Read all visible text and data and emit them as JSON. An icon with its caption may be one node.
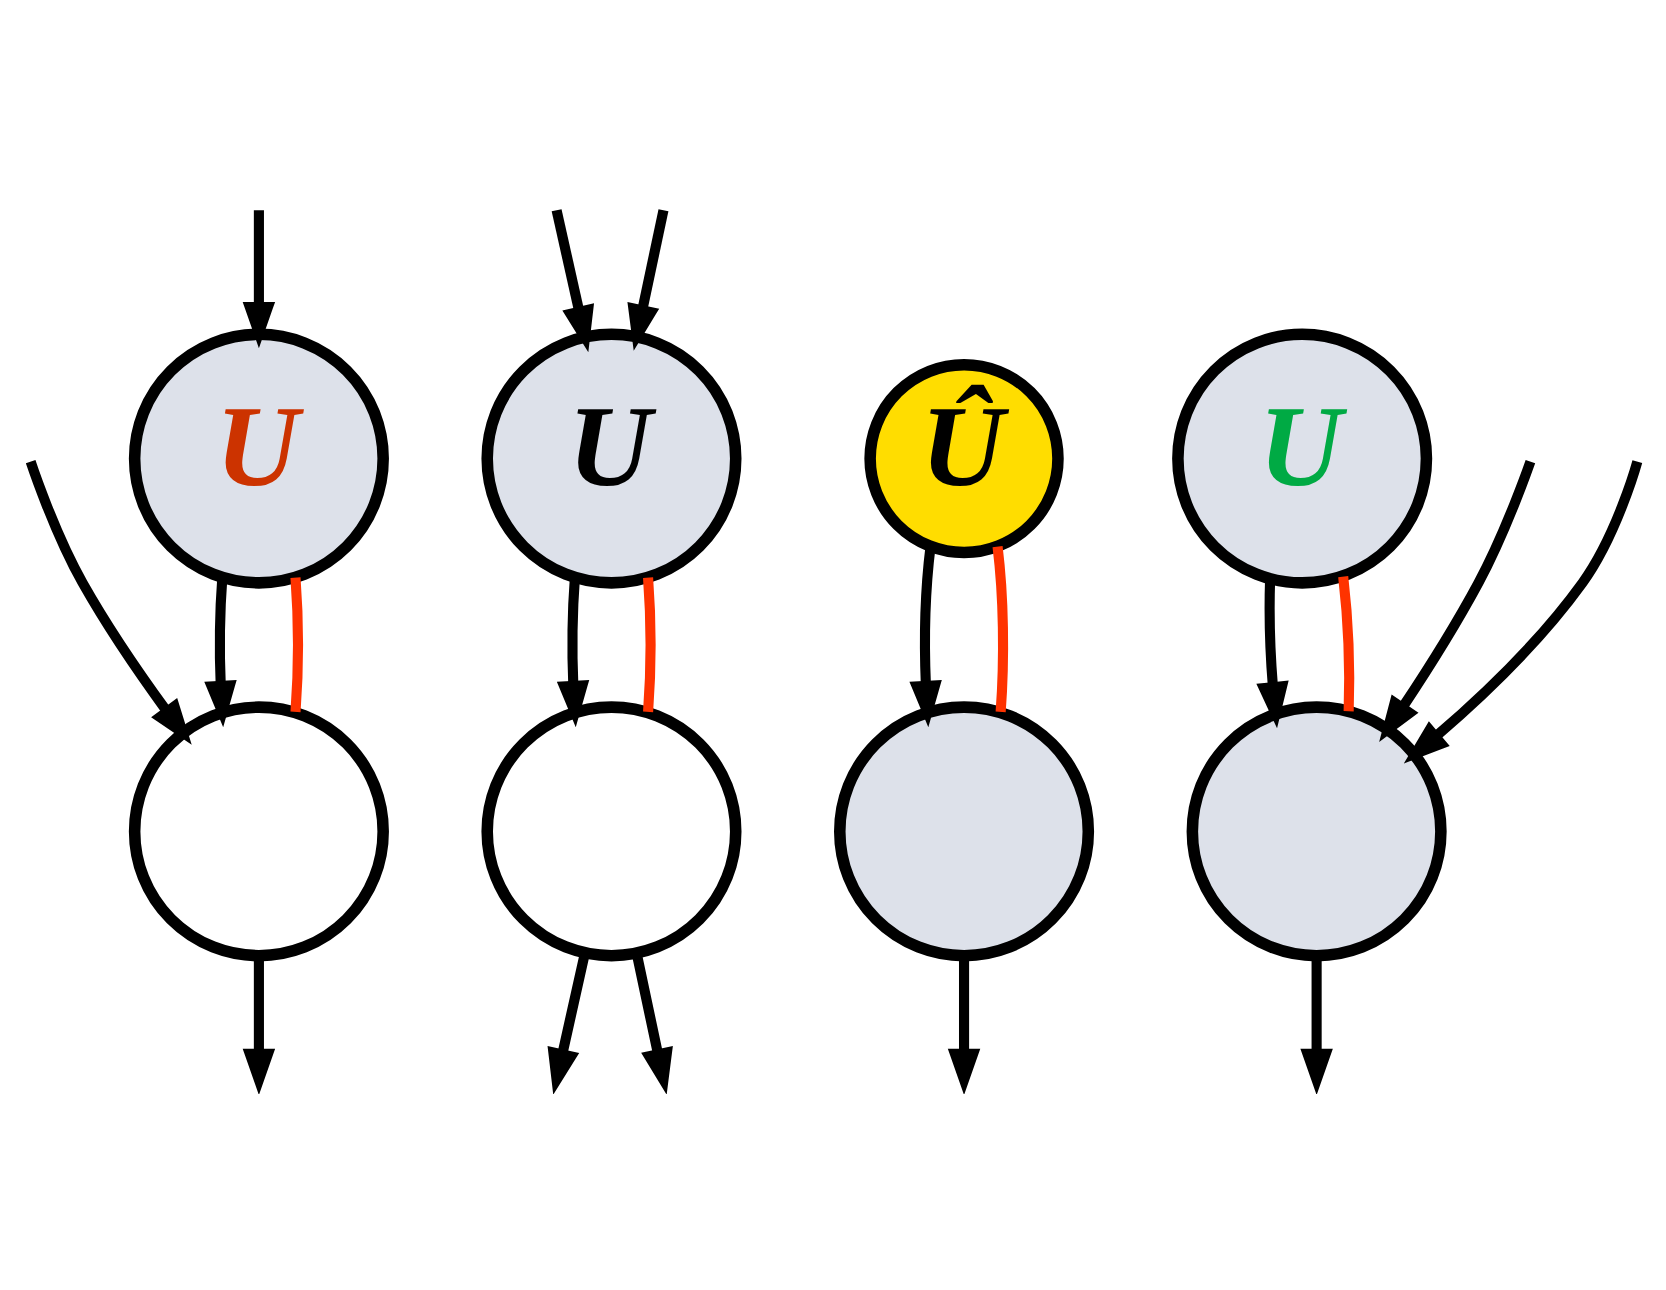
{
  "diagram": {
    "nodes": [
      {
        "text": [
          "U"
        ]
      },
      {
        "text": [
          "U"
        ]
      },
      {
        "text": [
          "Û"
        ]
      },
      {
        "text": [
          "U"
        ]
      },
      {
        "text": [],
        "shape": "circle"
      },
      {
        "text": [],
        "shape": "circle"
      },
      {
        "text": [],
        "shape": "circle"
      },
      {
        "text": [],
        "shape": "circle"
      }
    ],
    "edges": [
      {
        "from": 0,
        "to": 4,
        "arrow": "to"
      },
      {
        "from": 0,
        "to": 4,
        "arrow": "none",
        "color": "#ff3300"
      },
      {
        "from": null,
        "to": 4,
        "arrow": "to"
      },
      {
        "from": 4,
        "to": null,
        "arrow": "to"
      },
      {
        "from": null,
        "to": 1,
        "arrow": "to"
      },
      {
        "from": null,
        "to": 1,
        "arrow": "to"
      },
      {
        "from": 1,
        "to": 5,
        "arrow": "to"
      },
      {
        "from": 1,
        "to": 5,
        "arrow": "none",
        "color": "#ff3300"
      },
      {
        "from": 5,
        "to": null,
        "arrow": "to"
      },
      {
        "from": 5,
        "to": null,
        "arrow": "to"
      },
      {
        "from": 2,
        "to": 6,
        "arrow": "to"
      },
      {
        "from": 2,
        "to": 6,
        "arrow": "none",
        "color": "#ff3300"
      },
      {
        "from": 6,
        "to": null,
        "arrow": "to"
      },
      {
        "from": 3,
        "to": 7,
        "arrow": "to"
      },
      {
        "from": 3,
        "to": 7,
        "arrow": "none",
        "color": "#ff3300"
      },
      {
        "from": null,
        "to": 7,
        "arrow": "to"
      },
      {
        "from": null,
        "to": 7,
        "arrow": "to"
      },
      {
        "from": 7,
        "to": null,
        "arrow": "to"
      },
      {
        "from": null,
        "to": 0,
        "arrow": "to"
      }
    ]
  }
}
